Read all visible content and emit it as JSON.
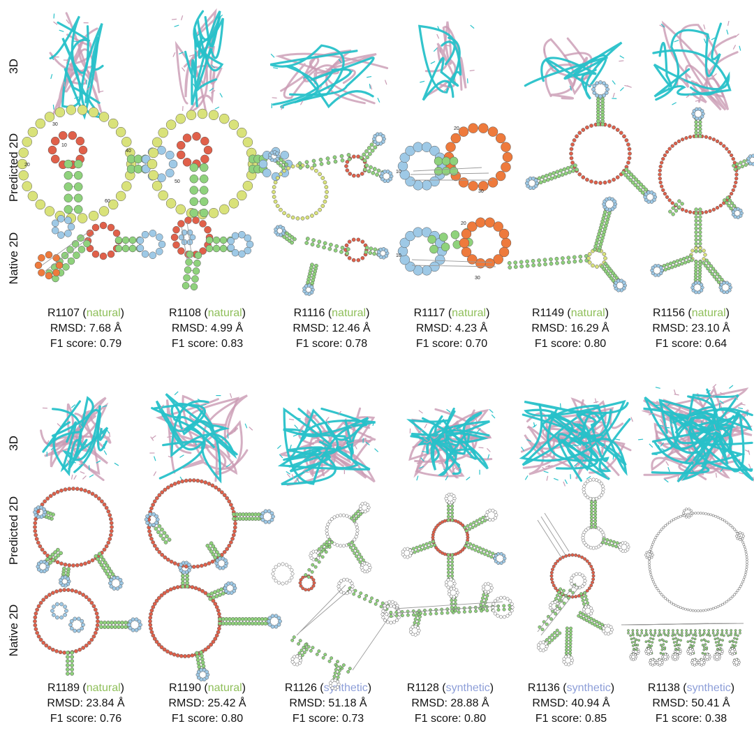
{
  "row_labels": {
    "three_d": "3D",
    "predicted": "Predicted 2D",
    "native": "Native 2D"
  },
  "colors": {
    "cyan": "#27c1c9",
    "pink": "#c99ab3",
    "green": "#5fbf4a",
    "stem_fill": "#8fd27c",
    "loop_yellow": "#d9e27a",
    "loop_red": "#e0604a",
    "loop_blue": "#9ec9e6",
    "orange": "#ee7a3c",
    "link": "#9a9a9a"
  },
  "groups": [
    {
      "items": [
        {
          "id": "R1107",
          "type": "natural",
          "rmsd": "RMSD: 7.68 Å",
          "f1": "F1 score: 0.79"
        },
        {
          "id": "R1108",
          "type": "natural",
          "rmsd": "RMSD: 4.99 Å",
          "f1": "F1 score: 0.83"
        },
        {
          "id": "R1116",
          "type": "natural",
          "rmsd": "RMSD: 12.46 Å",
          "f1": "F1 score: 0.78"
        },
        {
          "id": "R1117",
          "type": "natural",
          "rmsd": "RMSD: 4.23 Å",
          "f1": "F1 score: 0.70"
        },
        {
          "id": "R1149",
          "type": "natural",
          "rmsd": "RMSD: 16.29 Å",
          "f1": "F1 score: 0.80"
        },
        {
          "id": "R1156",
          "type": "natural",
          "rmsd": "RMSD: 23.10 Å",
          "f1": "F1 score: 0.64"
        }
      ]
    },
    {
      "items": [
        {
          "id": "R1189",
          "type": "natural",
          "rmsd": "RMSD: 23.84 Å",
          "f1": "F1 score: 0.76"
        },
        {
          "id": "R1190",
          "type": "natural",
          "rmsd": "RMSD: 25.42 Å",
          "f1": "F1 score: 0.80"
        },
        {
          "id": "R1126",
          "type": "synthetic",
          "rmsd": "RMSD: 51.18 Å",
          "f1": "F1 score: 0.73"
        },
        {
          "id": "R1128",
          "type": "synthetic",
          "rmsd": "RMSD: 28.88 Å",
          "f1": "F1 score: 0.80"
        },
        {
          "id": "R1136",
          "type": "synthetic",
          "rmsd": "RMSD: 40.94 Å",
          "f1": "F1 score: 0.85"
        },
        {
          "id": "R1138",
          "type": "synthetic",
          "rmsd": "RMSD: 50.41 Å",
          "f1": "F1 score: 0.38"
        }
      ]
    }
  ],
  "structure_labels": {
    "p1107": [
      "10",
      "20",
      "30",
      "40",
      "50",
      "60"
    ],
    "p1117": [
      "10",
      "20",
      "30"
    ]
  }
}
